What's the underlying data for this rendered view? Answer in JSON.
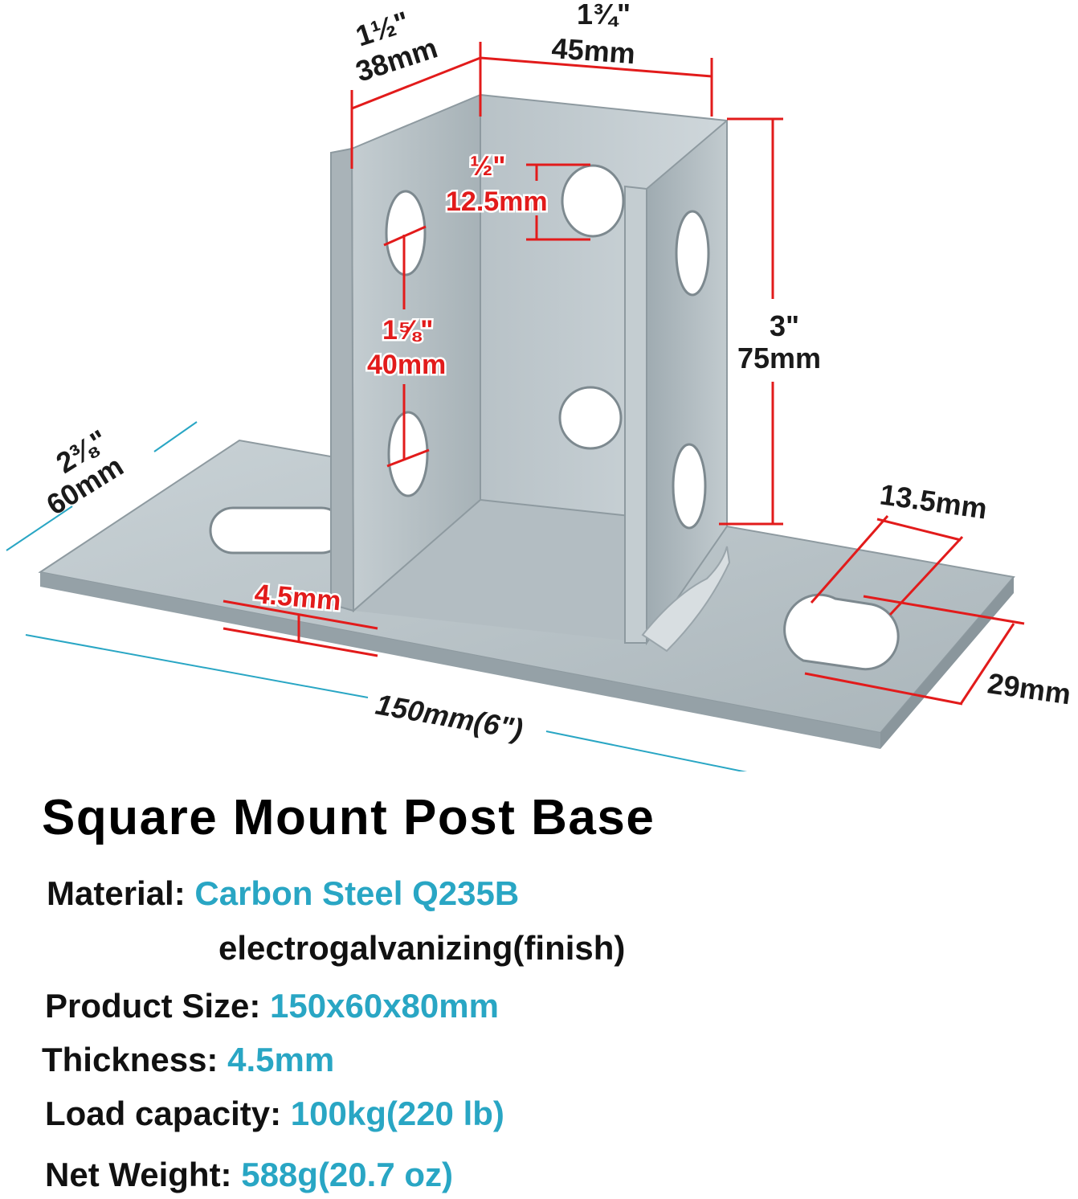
{
  "diagram": {
    "dim_top_left": {
      "inch": "1½\"",
      "mm": "38mm"
    },
    "dim_top_right": {
      "inch": "1¾\"",
      "mm": "45mm"
    },
    "dim_hole": {
      "inch": "½\"",
      "mm": "12.5mm"
    },
    "dim_hole_spacing": {
      "inch": "1⅝\"",
      "mm": "40mm"
    },
    "dim_height": {
      "inch": "3\"",
      "mm": "75mm"
    },
    "dim_depth": {
      "inch": "2⅜\"",
      "mm": "60mm"
    },
    "dim_thickness": "4.5mm",
    "dim_slot_width": "13.5mm",
    "dim_slot_length": "29mm",
    "dim_length": "150mm(6\")",
    "colors": {
      "red": "#e21b1b",
      "teal": "#29a6c4",
      "steel": "#b9c3c8"
    }
  },
  "title": "Square Mount Post Base",
  "specs": {
    "material_label": "Material:",
    "material_value": "Carbon Steel Q235B",
    "material_finish": "electrogalvanizing(finish)",
    "size_label": "Product Size:",
    "size_value": "150x60x80mm",
    "thickness_label": "Thickness:",
    "thickness_value": "4.5mm",
    "load_label": "Load capacity:",
    "load_value": "100kg(220 lb)",
    "weight_label": "Net Weight:",
    "weight_value": "588g(20.7 oz)"
  }
}
